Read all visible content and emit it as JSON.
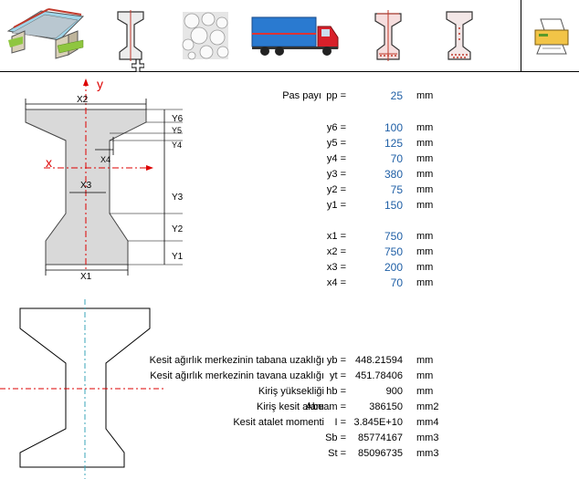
{
  "toolbar": {
    "buttons": [
      {
        "name": "bridge-icon-button",
        "icon": "bridge-icon"
      },
      {
        "name": "i-beam-section-button",
        "icon": "i-beam-icon"
      },
      {
        "name": "aggregate-material-button",
        "icon": "aggregate-icon"
      },
      {
        "name": "truck-load-button",
        "icon": "truck-icon"
      },
      {
        "name": "reinforced-section-button",
        "icon": "reinforced-beam-icon"
      },
      {
        "name": "strand-section-button",
        "icon": "strand-beam-icon"
      },
      {
        "name": "print-button",
        "icon": "printer-icon"
      }
    ]
  },
  "diagram": {
    "axis_y": "y",
    "axis_x": "x",
    "x1": "X1",
    "x2": "X2",
    "x3": "X3",
    "x4": "X4",
    "y1": "Y1",
    "y2": "Y2",
    "y3": "Y3",
    "y4": "Y4",
    "y5": "Y5",
    "y6": "Y6"
  },
  "cover": {
    "label": "Pas payı",
    "sym": "pp =",
    "value": "25",
    "unit": "mm"
  },
  "heights": [
    {
      "sym": "y6 =",
      "value": "100",
      "unit": "mm"
    },
    {
      "sym": "y5 =",
      "value": "125",
      "unit": "mm"
    },
    {
      "sym": "y4 =",
      "value": "70",
      "unit": "mm"
    },
    {
      "sym": "y3 =",
      "value": "380",
      "unit": "mm"
    },
    {
      "sym": "y2 =",
      "value": "75",
      "unit": "mm"
    },
    {
      "sym": "y1 =",
      "value": "150",
      "unit": "mm"
    }
  ],
  "widths": [
    {
      "sym": "x1 =",
      "value": "750",
      "unit": "mm"
    },
    {
      "sym": "x2 =",
      "value": "750",
      "unit": "mm"
    },
    {
      "sym": "x3 =",
      "value": "200",
      "unit": "mm"
    },
    {
      "sym": "x4 =",
      "value": "70",
      "unit": "mm"
    }
  ],
  "results": [
    {
      "label": "Kesit ağırlık merkezinin tabana uzaklığı",
      "sym": "yb =",
      "value": "448.21594",
      "unit": "mm"
    },
    {
      "label": "Kesit ağırlık merkezinin tavana uzaklığı",
      "sym": "yt =",
      "value": "451.78406",
      "unit": "mm"
    },
    {
      "label": "Kiriş yüksekliği",
      "sym": "hb =",
      "value": "900",
      "unit": "mm"
    },
    {
      "label": "Kiriş kesit alanı",
      "sym": "Abeam =",
      "value": "386150",
      "unit": "mm2"
    },
    {
      "label": "Kesit atalet momenti",
      "sym": "I =",
      "value": "3.845E+10",
      "unit": "mm4"
    },
    {
      "label": "",
      "sym": "Sb =",
      "value": "85774167",
      "unit": "mm3"
    },
    {
      "label": "",
      "sym": "St =",
      "value": "85096735",
      "unit": "mm3"
    }
  ]
}
